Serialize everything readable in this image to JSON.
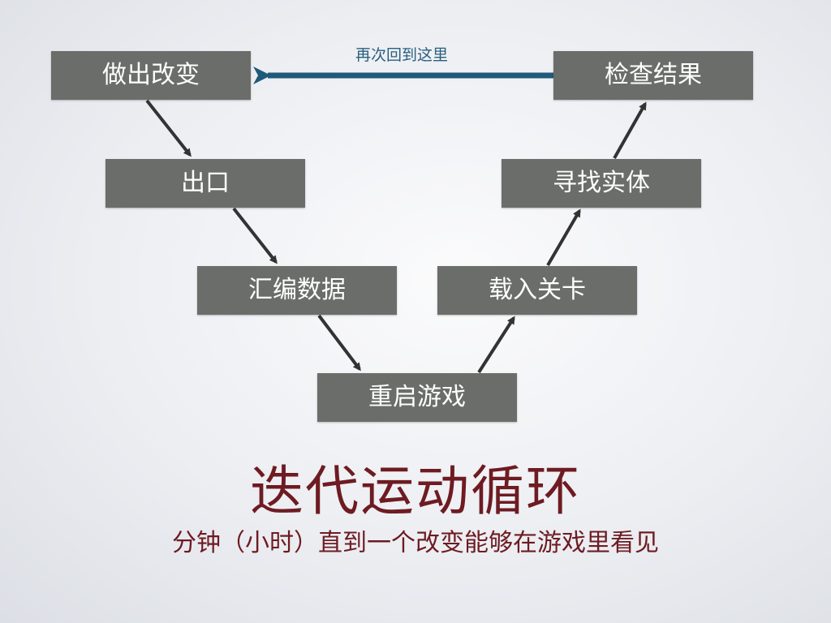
{
  "diagram": {
    "loop_label": "再次回到这里",
    "steps": [
      {
        "id": "make_change",
        "label": "做出改变"
      },
      {
        "id": "export",
        "label": "出口"
      },
      {
        "id": "compile",
        "label": "汇编数据"
      },
      {
        "id": "restart",
        "label": "重启游戏"
      },
      {
        "id": "load_level",
        "label": "载入关卡"
      },
      {
        "id": "find_entity",
        "label": "寻找实体"
      },
      {
        "id": "check_result",
        "label": "检查结果"
      }
    ],
    "colors": {
      "box_fill": "#6b6d6a",
      "box_text": "#ffffff",
      "arrow": "#333333",
      "loop_arrow": "#1f5a7a",
      "title": "#6e1b22"
    }
  },
  "title": "迭代运动循环",
  "subtitle": "分钟（小时）直到一个改变能够在游戏里看见"
}
